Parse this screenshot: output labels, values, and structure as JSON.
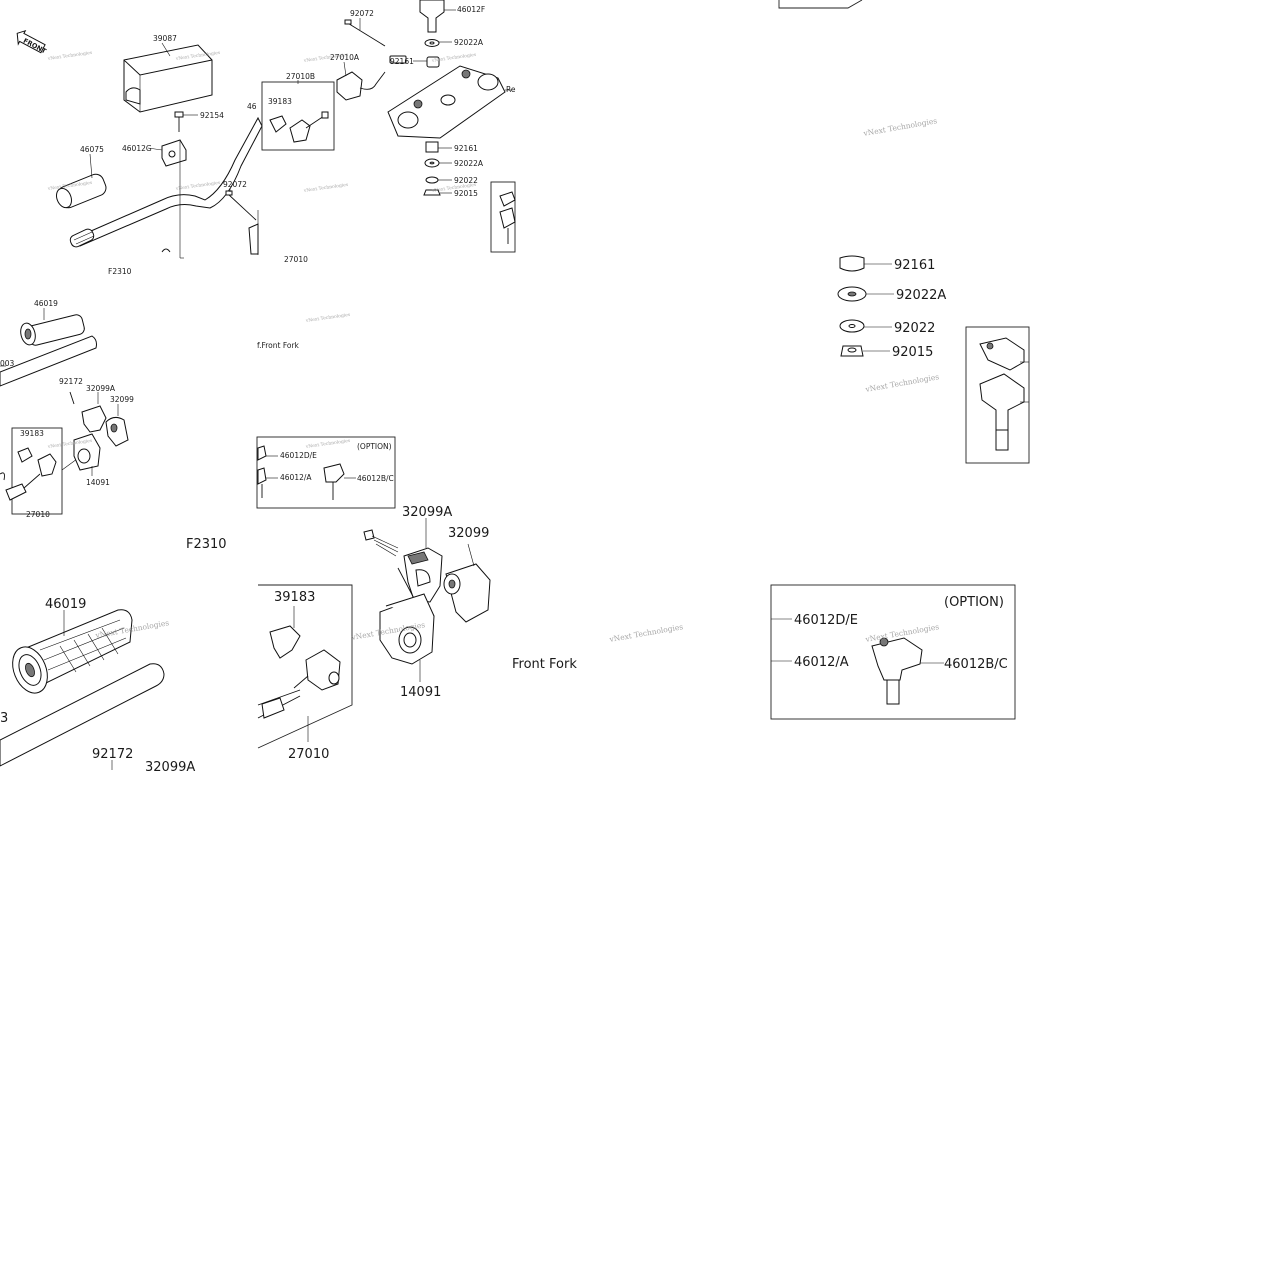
{
  "watermark": "vNext Technologies",
  "front_badge": "FRONT",
  "option_label": "(OPTION)",
  "overview": {
    "figure_id": "F2310",
    "ref_text": "Ref.Front Fork",
    "ref_partial": "Re",
    "ref_front_fork_partial": "f.Front Fork",
    "parts": {
      "p92072_top": "92072",
      "p46012f": "46012F",
      "p92022a_top": "92022A",
      "p39087": "39087",
      "p27010a": "27010A",
      "p92161_top": "92161",
      "p27010b": "27010B",
      "p39183_top": "39183",
      "p46_partial": "46",
      "p92154": "92154",
      "p46012g": "46012G",
      "p46075": "46075",
      "p92161_mid": "92161",
      "p92022a_mid": "92022A",
      "p92022_mid": "92022",
      "p92015_mid": "92015",
      "p92072_mid": "92072",
      "p27010_top": "27010",
      "p46019_left": "46019",
      "p003_partial": "003",
      "p92172_left": "92172",
      "p32099a_left": "32099A",
      "p32099_left": "32099",
      "p39183_left": "39183",
      "p14091_left": "14091",
      "p27010_cut": "27010",
      "opt_46012de": "46012D/E",
      "opt_46012a": "46012/A",
      "opt_46012bc": "46012B/C"
    }
  },
  "detail": {
    "figure_id": "F2310",
    "ref_text": "Front Fork",
    "parts": {
      "p46019": "46019",
      "p92172": "92172",
      "p32099a": "32099A",
      "p32099a_cut": "32099A",
      "p32099": "32099",
      "p39183": "39183",
      "p14091": "14091",
      "p27010": "27010",
      "p92161": "92161",
      "p92022a": "92022A",
      "p92022": "92022",
      "p92015": "92015",
      "opt_46012de": "46012D/E",
      "opt_46012a": "46012/A",
      "opt_46012bc": "46012B/C",
      "p_3_partial": "3"
    }
  }
}
